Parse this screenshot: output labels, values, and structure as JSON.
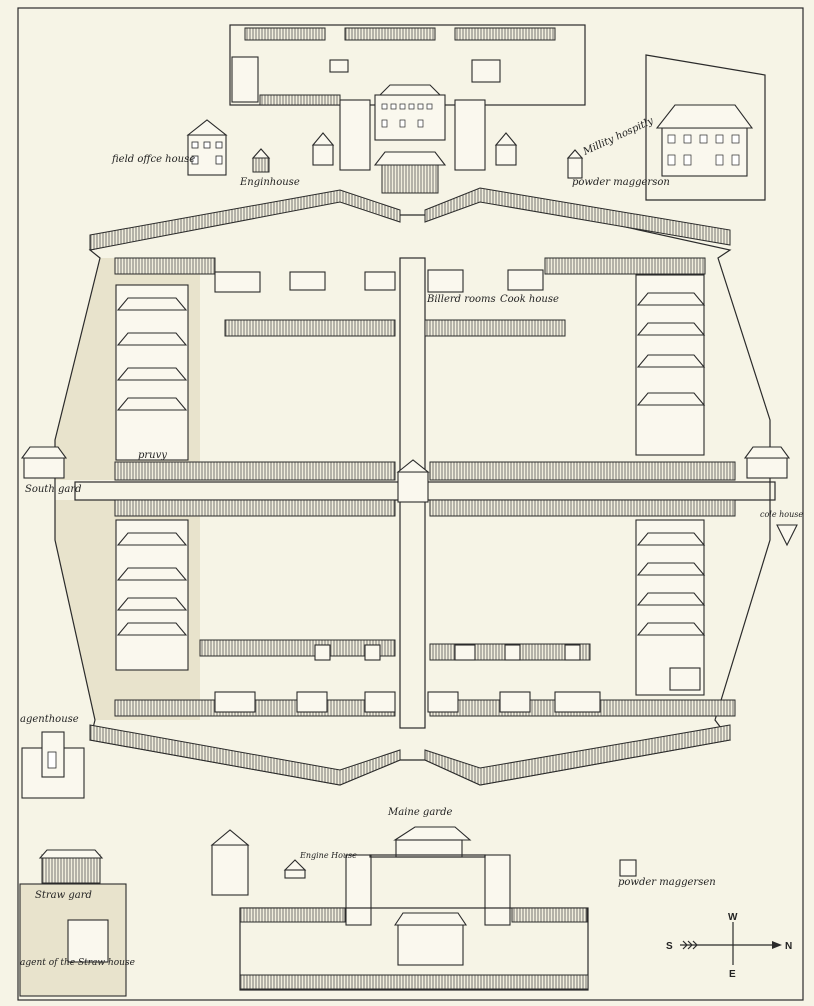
{
  "labels": {
    "field_office_house": "field offce house",
    "engine_house_top": "Enginhouse",
    "military_hospital": "Millity hospitly",
    "powder_magazine_top": "powder maggerson",
    "billiard_rooms": "Billerd rooms",
    "cook_house": "Cook house",
    "privy": "pruvy",
    "south_guard": "South gard",
    "coal_house": "cole house",
    "agent_house": "agenthouse",
    "straw_guard": "Straw gard",
    "agent_straw_house": "agent of the Straw house",
    "main_guard": "Maine garde",
    "engine_house_bottom": "Engine House",
    "powder_magazine_bottom": "powder maggersen"
  },
  "compass": {
    "west": "W",
    "south": "S",
    "north": "N",
    "east": "E"
  },
  "colors": {
    "paper": "#f6f4e6",
    "ink": "#2b2b2b",
    "shade": "#e8e3cc"
  }
}
